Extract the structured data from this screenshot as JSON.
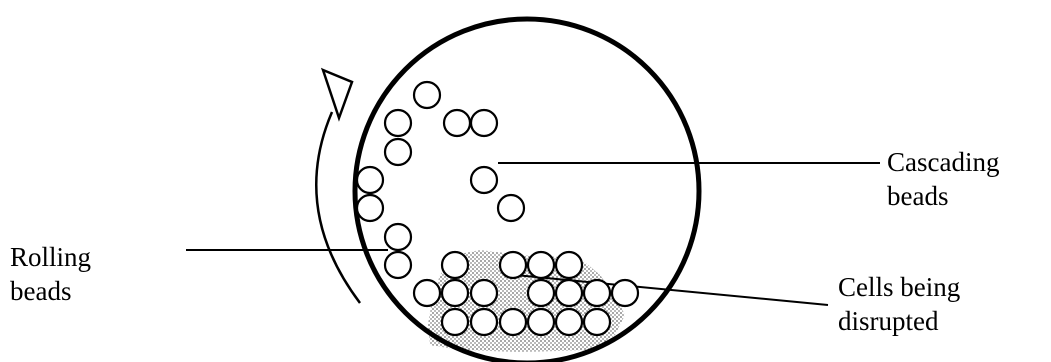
{
  "labels": {
    "cascading": {
      "line1": "Cascading",
      "line2": "beads"
    },
    "rolling": {
      "line1": "Rolling",
      "line2": "beads"
    },
    "cells": {
      "line1": "Cells being",
      "line2": "disrupted"
    }
  }
}
